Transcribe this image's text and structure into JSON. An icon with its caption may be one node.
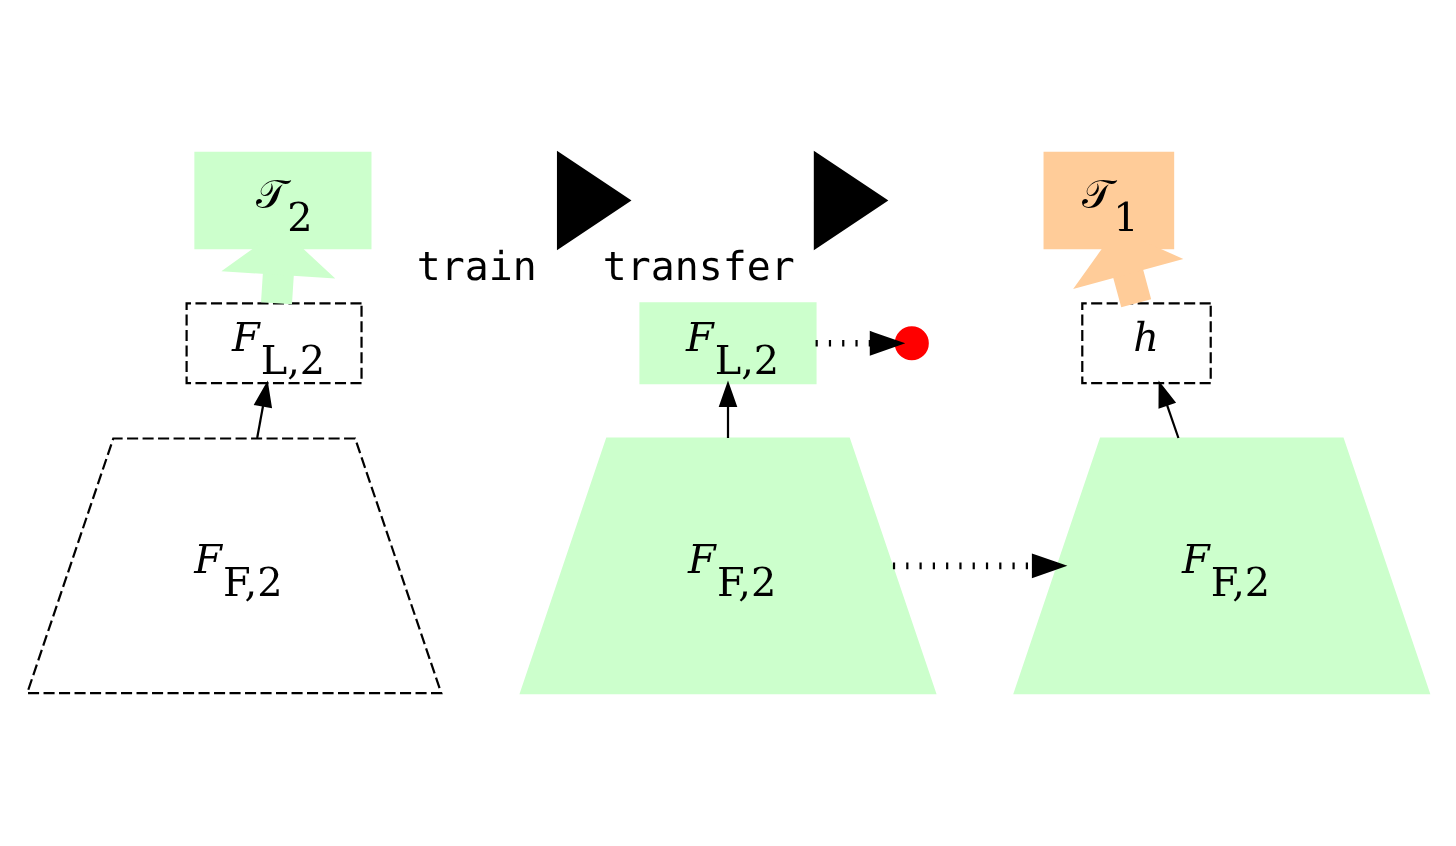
{
  "diagram": {
    "nodes": [
      {
        "text": [
          "𝒯$_{2}$"
        ]
      },
      {
        "text": [
          "*F*$_{L,2}$"
        ]
      },
      {
        "text": [
          "*F*$_{F,2}$"
        ]
      },
      {
        "text": [],
        "shape": "triangle",
        "beside": [
          "train"
        ]
      },
      {
        "text": [
          "*F*$_{L,2}$"
        ]
      },
      {
        "text": [
          "*F*$_{F,2}$"
        ]
      },
      {
        "text": [],
        "shape": "cross"
      },
      {
        "text": [],
        "shape": "triangle",
        "beside": [
          "transfer"
        ]
      },
      {
        "text": [
          "𝒯$_{1}$"
        ]
      },
      {
        "text": [
          "*h*"
        ]
      },
      {
        "text": [
          "*F*$_{F,2}$"
        ]
      }
    ],
    "edges": [
      {
        "from": 2,
        "to": 1,
        "arrow": "to"
      },
      {
        "from": 1,
        "to": 0,
        "arrow": "to",
        "style": "thick",
        "color": "#ccffcc"
      },
      {
        "from": 5,
        "to": 4,
        "arrow": "to"
      },
      {
        "from": 4,
        "to": 6,
        "arrow": "to",
        "style": "dashed"
      },
      {
        "from": 5,
        "to": 10,
        "arrow": "to",
        "style": "dashed"
      },
      {
        "from": 10,
        "to": 9,
        "arrow": "to"
      },
      {
        "from": 9,
        "to": 8,
        "arrow": "to",
        "style": "thick",
        "color": "#ffcc99"
      }
    ]
  }
}
